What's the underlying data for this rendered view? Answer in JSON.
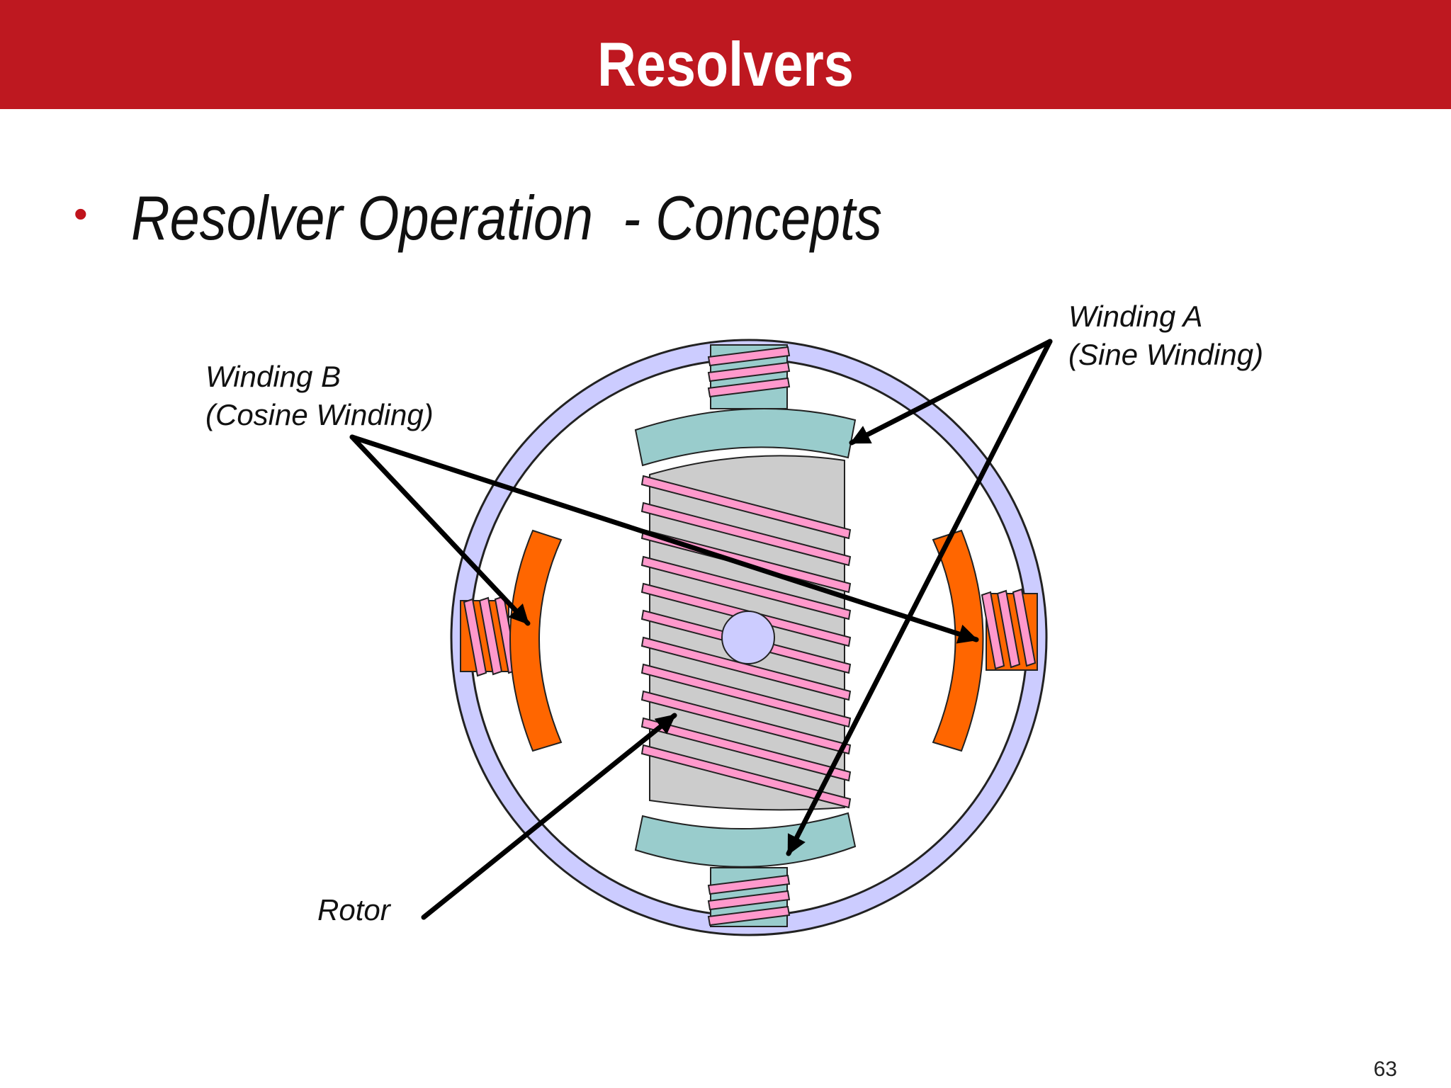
{
  "slide": {
    "title": "Resolvers",
    "bullet": "•",
    "subtitle": "Resolver Operation  - Concepts",
    "page_number": "63"
  },
  "diagram": {
    "labels": {
      "winding_a_line1": "Winding A",
      "winding_a_line2": "(Sine Winding)",
      "winding_b_line1": "Winding B",
      "winding_b_line2": "(Cosine Winding)",
      "rotor": "Rotor"
    },
    "colors": {
      "title_bar": "#be1820",
      "stator_ring": "#ccccff",
      "pole_teal": "#99cccc",
      "pole_orange": "#ff6600",
      "coil_pink": "#ff99cc",
      "rotor_body": "#cccccc",
      "shaft": "#ccccff",
      "arrow": "#000000"
    }
  }
}
